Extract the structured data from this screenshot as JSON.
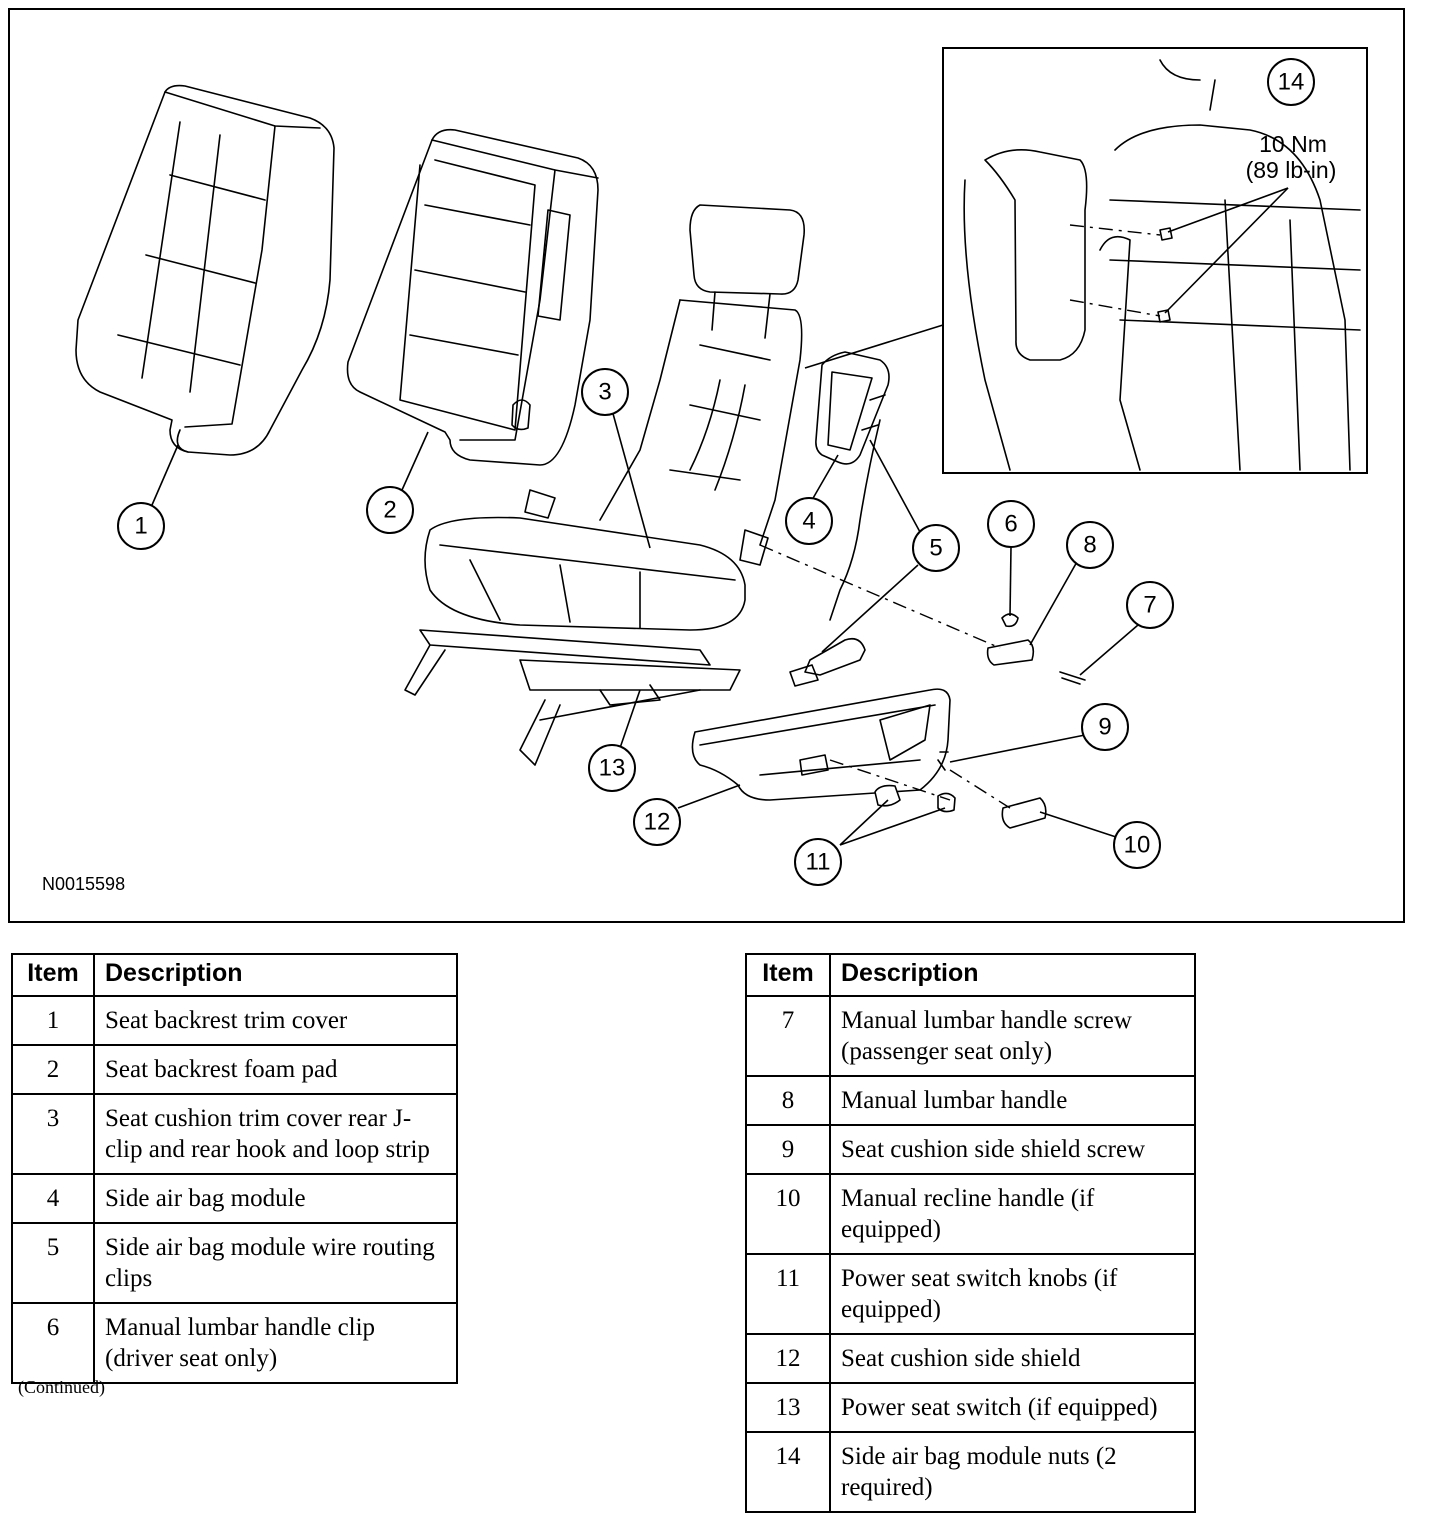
{
  "figure": {
    "figure_id": "N0015598",
    "torque_spec": {
      "nm": "10 Nm",
      "lb_in": "(89 lb-in)"
    },
    "callouts": [
      "1",
      "2",
      "3",
      "4",
      "5",
      "6",
      "7",
      "8",
      "9",
      "10",
      "11",
      "12",
      "13",
      "14"
    ]
  },
  "table_headers": {
    "item": "Item",
    "description": "Description"
  },
  "left_table": [
    {
      "item": "1",
      "description": "Seat backrest trim cover"
    },
    {
      "item": "2",
      "description": "Seat backrest foam pad"
    },
    {
      "item": "3",
      "description": "Seat cushion trim cover rear J-clip and rear hook and loop strip"
    },
    {
      "item": "4",
      "description": "Side air bag module"
    },
    {
      "item": "5",
      "description": "Side air bag module wire routing clips"
    },
    {
      "item": "6",
      "description": "Manual lumbar handle clip (driver seat only)"
    }
  ],
  "continued_note": "(Continued)",
  "right_table": [
    {
      "item": "7",
      "description": "Manual lumbar handle screw (passenger seat only)"
    },
    {
      "item": "8",
      "description": "Manual lumbar handle"
    },
    {
      "item": "9",
      "description": "Seat cushion side shield screw"
    },
    {
      "item": "10",
      "description": "Manual recline handle (if equipped)"
    },
    {
      "item": "11",
      "description": "Power seat switch knobs (if equipped)"
    },
    {
      "item": "12",
      "description": "Seat cushion side shield"
    },
    {
      "item": "13",
      "description": "Power seat switch (if equipped)"
    },
    {
      "item": "14",
      "description": "Side air bag module nuts (2 required)"
    }
  ]
}
